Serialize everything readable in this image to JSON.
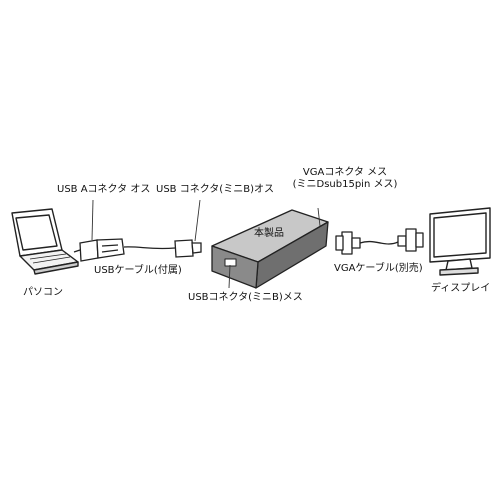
{
  "labels": {
    "usb_a_male": "USB Aコネクタ オス",
    "usb_mini_male": "USB コネクタ(ミニB)オス",
    "vga_female_line1": "VGAコネクタ メス",
    "vga_female_line2": "(ミニDsub15pin メス)",
    "product": "本製品",
    "usb_cable": "USBケーブル(付属)",
    "vga_cable": "VGAケーブル(別売)",
    "usb_mini_female": "USBコネクタ(ミニB)メス",
    "pc": "パソコン",
    "display": "ディスプレイ"
  },
  "colors": {
    "line": "#222222",
    "device_top": "#c8c8c8",
    "device_side": "#8a8a8a",
    "device_front": "#6f6f6f"
  }
}
